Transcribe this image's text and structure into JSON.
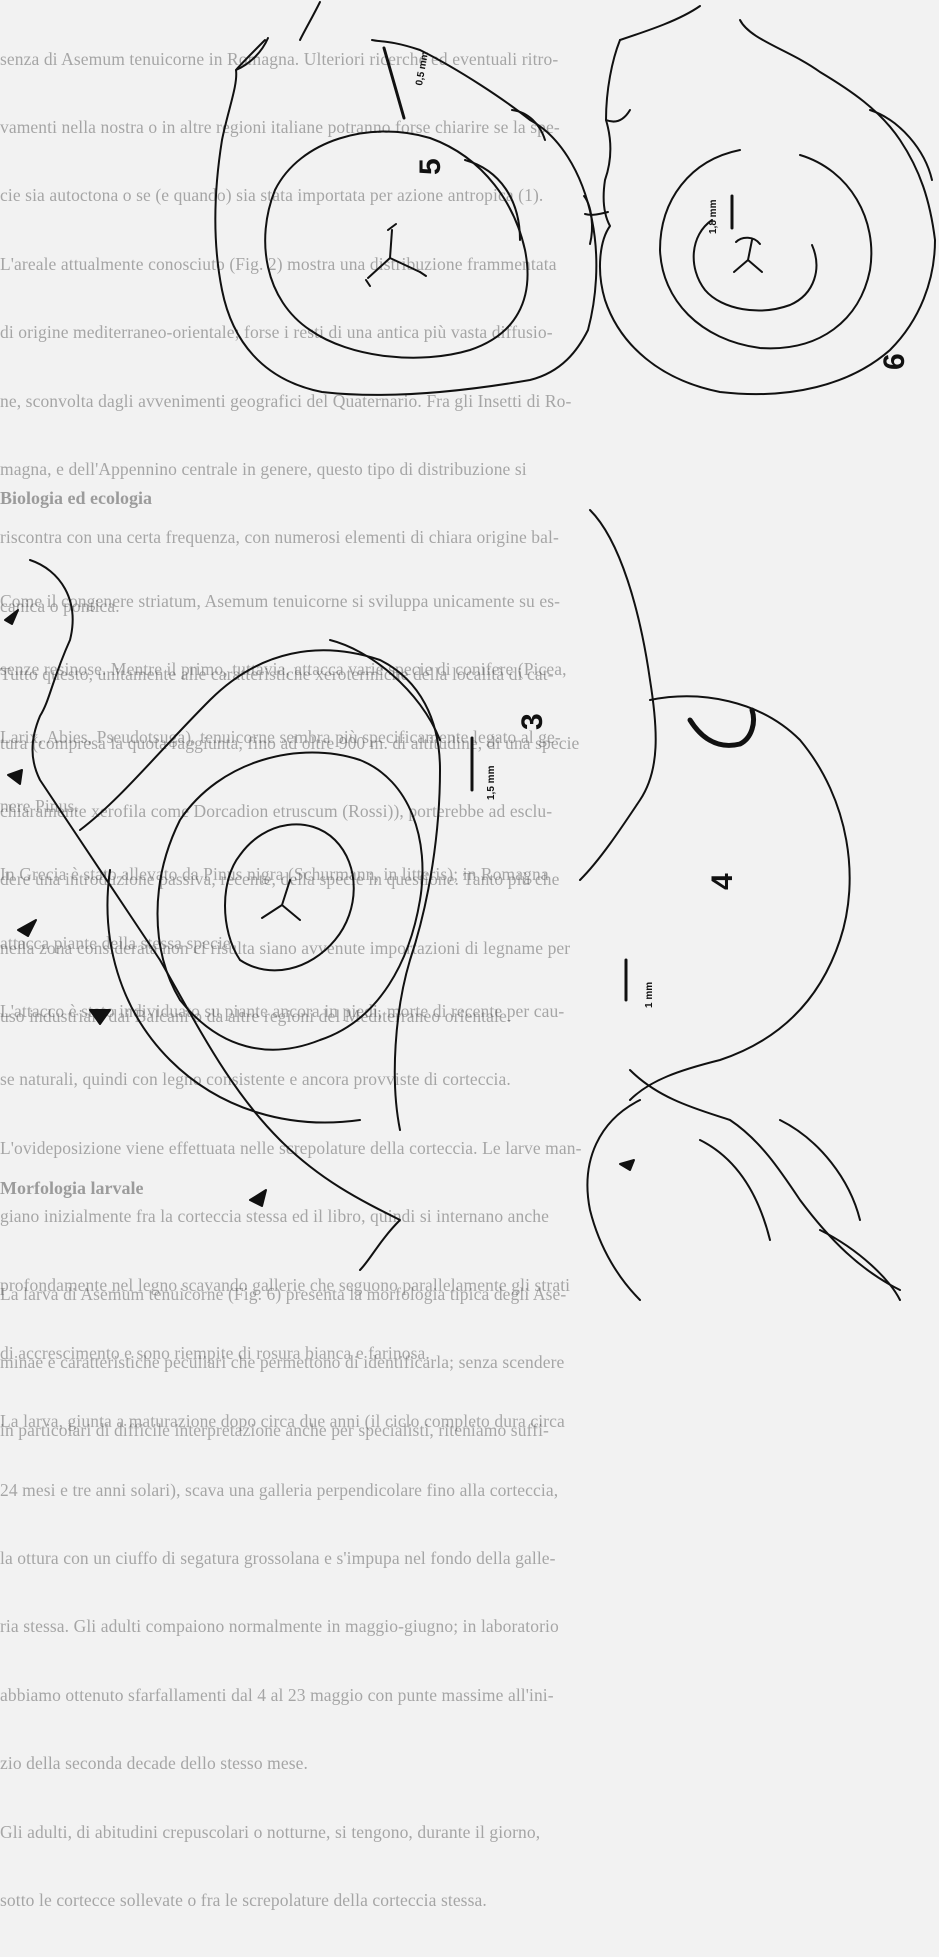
{
  "ghost_text": {
    "block1": [
      "senza di Asemum tenuicorne in Romagna. Ulteriori ricerche ed eventuali ritro-",
      "vamenti nella nostra o in altre regioni italiane potranno forse chiarire se la spe-",
      "cie sia autoctona o se (e quando) sia stata importata per azione antropica (1).",
      "L'areale attualmente conosciuto (Fig. 2) mostra una distribuzione frammentata",
      "di origine mediterraneo-orientale; forse i resti di una antica più vasta diffusio-",
      "ne, sconvolta dagli avvenimenti geografici del Quaternario. Fra gli Insetti di Ro-",
      "magna, e dell'Appennino centrale in genere, questo tipo di distribuzione si",
      "riscontra con una certa frequenza, con numerosi elementi di chiara origine bal-",
      "canica o pontica.",
      "Tutto questo, unitamente alle caratteristiche xerotermiche della località di cat-",
      "tura (compresa la quota raggiunta, fino ad oltre 900 m. di altitudine, di una specie",
      "chiaramente xerofila come Dorcadion etruscum (Rossi)), porterebbe ad esclu-",
      "dere una introduzione passiva, recente, della specie in questione. Tanto più che",
      "nella zona considerata non ci risulta siano avvenute importazioni di legname per",
      "uso industriale dai Balcani o da altre regioni del Mediterraneo orientale."
    ],
    "heading_biologia": "Biologia ed ecologia",
    "block2": [
      "Come il congenere striatum, Asemum tenuicorne si sviluppa unicamente su es-",
      "senze resinose. Mentre il primo, tuttavia, attacca varie specie di conifere (Picea,",
      "Larix, Abies, Pseudotsuga), tenuicorne sembra più specificamente legato al ge-",
      "nere Pinus.",
      "In Grecia è stato allevato da Pinus nigra (Schurmann, in litteris); in Romagna",
      "attacca piante della stessa specie.",
      "L'attacco è stato individuato su piante ancora in piedi, morte di recente per cau-",
      "se naturali, quindi con legno consistente e ancora provviste di corteccia.",
      "L'ovideposizione viene effettuata nelle screpolature della corteccia. Le larve man-",
      "giano inizialmente fra la corteccia stessa ed il libro, quindi si internano anche",
      "profondamente nel legno scavando gallerie che seguono parallelamente gli strati",
      "di accrescimento e sono riempite di rosura bianca e farinosa.",
      "La larva, giunta a maturazione dopo circa due anni (il ciclo completo dura circa",
      "24 mesi e tre anni solari), scava una galleria perpendicolare fino alla corteccia,",
      "la ottura con un ciuffo di segatura grossolana e s'impupa nel fondo della galle-",
      "ria stessa. Gli adulti compaiono normalmente in maggio-giugno; in laboratorio",
      "abbiamo ottenuto sfarfallamenti dal 4 al 23 maggio con punte massime all'ini-",
      "zio della seconda decade dello stesso mese.",
      "Gli adulti, di abitudini crepuscolari o notturne, si tengono, durante il giorno,",
      "sotto le cortecce sollevate o fra le screpolature della corteccia stessa."
    ],
    "heading_morfologia": "Morfologia larvale",
    "block3": [
      "La larva di Asemum tenuicorne (Fig. 6) presenta la morfologia tipica degli Ase-",
      "minae e caratteristiche peculiari che permettono di identificarla; senza scendere",
      "in particolari di difficile interpretazione anche per specialisti, riteniamo suffi-"
    ]
  },
  "figures": {
    "fig3": {
      "label": "3",
      "scale": "1,5 mm"
    },
    "fig4": {
      "label": "4",
      "scale": "1 mm"
    },
    "fig5": {
      "label": "5",
      "scale": "0,5 mm"
    },
    "fig6": {
      "label": "6",
      "scale": "1,8 mm"
    }
  },
  "colors": {
    "paper": "#f2f2f2",
    "ink": "#111111",
    "ghost": "#9a9a9a"
  }
}
